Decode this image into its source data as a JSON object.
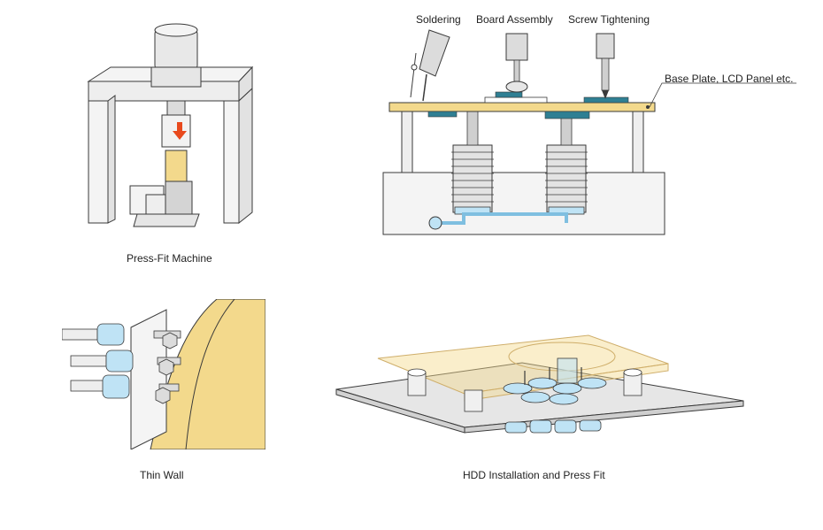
{
  "captions": {
    "press_fit": "Press-Fit Machine",
    "thin_wall": "Thin Wall",
    "hdd": "HDD Installation and Press Fit"
  },
  "assembly_labels": {
    "soldering": "Soldering",
    "board_assembly": "Board Assembly",
    "screw_tightening": "Screw Tightening",
    "base_plate": "Base Plate, LCD Panel etc."
  },
  "colors": {
    "outline": "#3a3a3a",
    "frame_fill": "#f4f4f4",
    "machine_gray": "#d9d9d9",
    "board_yellow": "#f3d98c",
    "sky_blue": "#bfe3f5",
    "teal": "#2f7f93",
    "arrow_orange": "#e8491d"
  }
}
